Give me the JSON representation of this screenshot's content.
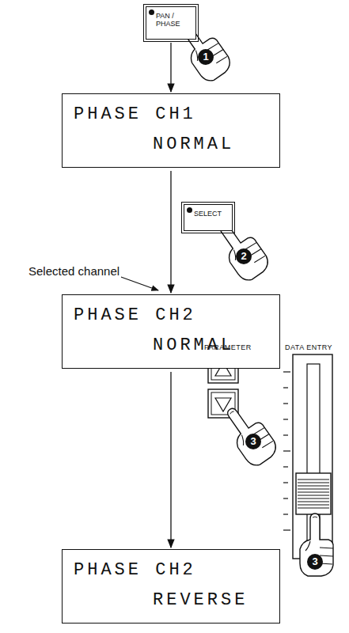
{
  "diagram": {
    "nodes": [
      {
        "text": [
          "PAN / PHASE"
        ]
      },
      {
        "text": [
          "PHASE CH1",
          "NORMAL"
        ]
      },
      {
        "text": [
          "SELECT"
        ]
      },
      {
        "text": [
          "PHASE CH2",
          "NORMAL"
        ]
      },
      {
        "text": [
          "PHASE CH2",
          "REVERSE"
        ]
      }
    ],
    "edges": [
      {
        "from": 0,
        "to": 1,
        "arrow": "to"
      },
      {
        "from": 1,
        "to": 3,
        "arrow": "to"
      },
      {
        "from": 3,
        "to": 4,
        "arrow": "to"
      }
    ],
    "labels": [
      "1",
      "2",
      "Selected channel",
      "PARAMETER",
      "3",
      "DATA ENTRY",
      "3"
    ]
  }
}
